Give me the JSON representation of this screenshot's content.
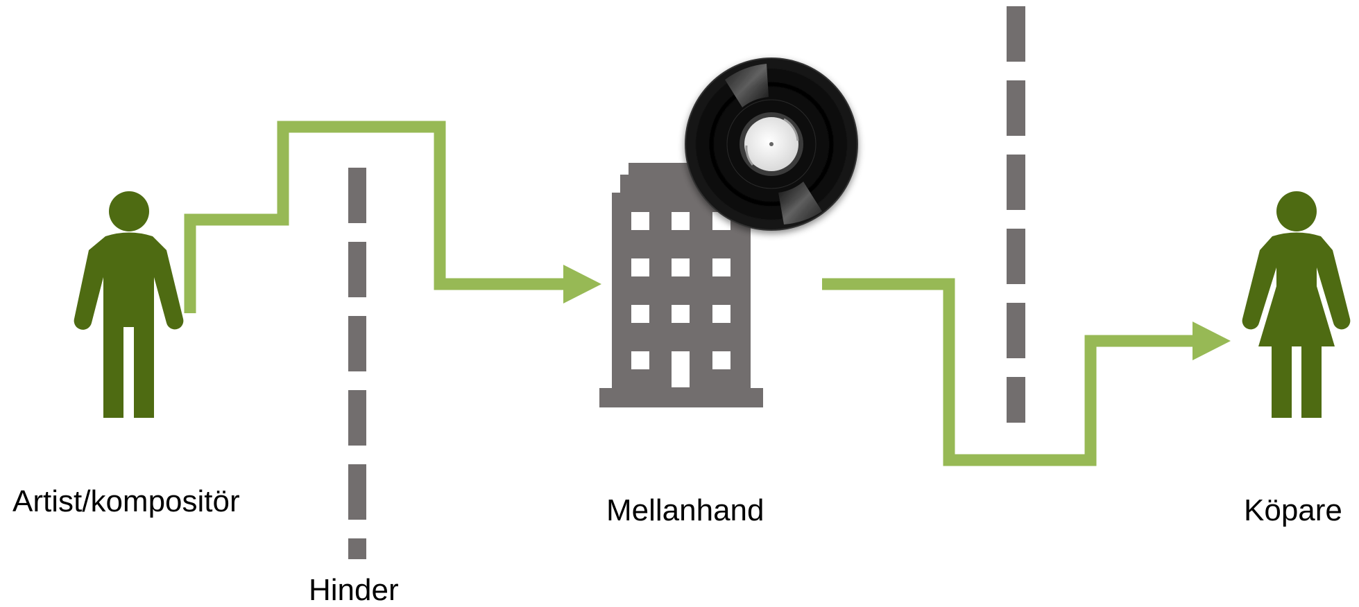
{
  "labels": {
    "artist": "Artist/kompositör",
    "intermediary": "Mellanhand",
    "buyer": "Köpare",
    "barrier": "Hinder"
  },
  "colors": {
    "person": "#4e6b12",
    "arrow": "#97b955",
    "building": "#726e6e",
    "barrier": "#726e6e",
    "record": "#000000",
    "record_label": "#e8e8e8"
  },
  "icons": {
    "artist": "male-person-icon",
    "intermediary_building": "office-building-icon",
    "intermediary_record": "vinyl-record-icon",
    "buyer": "female-person-icon"
  }
}
